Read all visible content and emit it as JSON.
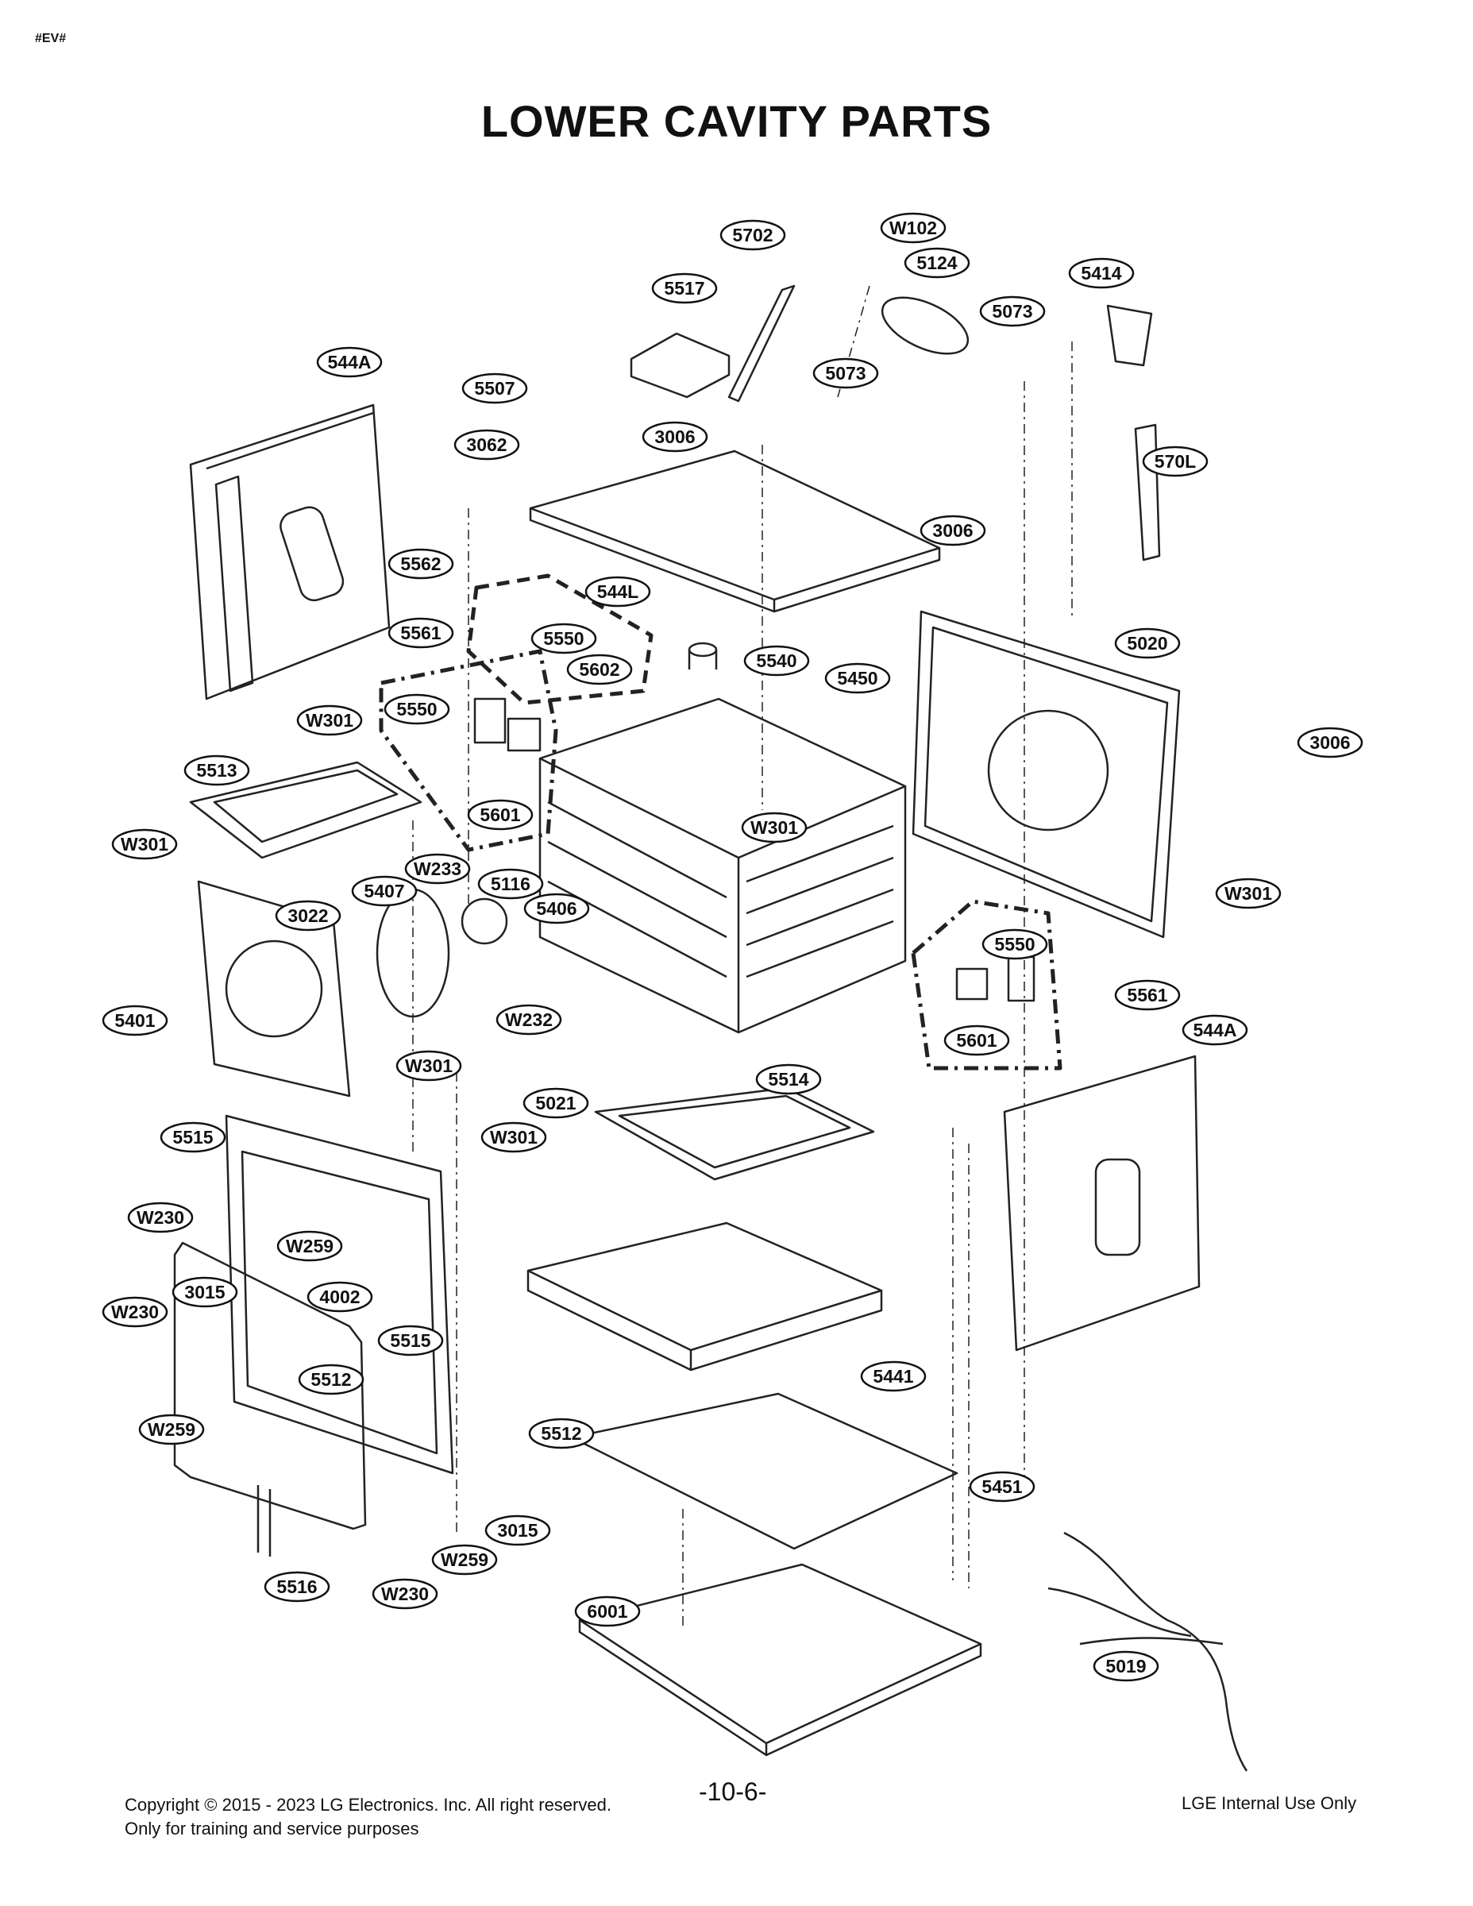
{
  "header": {
    "tag": "#EV#",
    "title": "LOWER CAVITY PARTS"
  },
  "footer": {
    "copyright": "Copyright © 2015 - 2023 LG Electronics. Inc. All right reserved.",
    "note": "Only for training and service purposes",
    "page": "-10-6-",
    "internal": "LGE Internal Use Only"
  },
  "callouts": [
    "5702",
    "W102",
    "5124",
    "5517",
    "5073",
    "5414",
    "5073",
    "544A",
    "5507",
    "3062",
    "3006",
    "570L",
    "3006",
    "5562",
    "544L",
    "5020",
    "5561",
    "5550",
    "5602",
    "5540",
    "5450",
    "3006",
    "W301",
    "5550",
    "5513",
    "5601",
    "W301",
    "W301",
    "W233",
    "5407",
    "5116",
    "W301",
    "3022",
    "5406",
    "5550",
    "5401",
    "W232",
    "5561",
    "544A",
    "W301",
    "5601",
    "5514",
    "5021",
    "W301",
    "5515",
    "W230",
    "W259",
    "4002",
    "3015",
    "W230",
    "5515",
    "5512",
    "5441",
    "W259",
    "5512",
    "5451",
    "3015",
    "W259",
    "5516",
    "W230",
    "6001",
    "5019"
  ]
}
